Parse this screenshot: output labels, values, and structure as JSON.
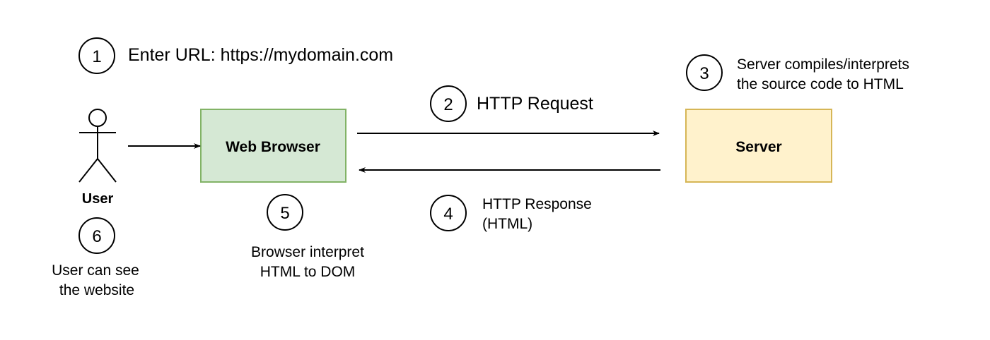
{
  "colors": {
    "browser_fill": "#d5e8d4",
    "browser_stroke": "#82b366",
    "server_fill": "#fff2cc",
    "server_stroke": "#d6b656",
    "line": "#000000"
  },
  "actor": {
    "label": "User",
    "icon": "stick-figure-icon"
  },
  "boxes": {
    "browser": "Web Browser",
    "server": "Server"
  },
  "steps": [
    {
      "number": "1",
      "lines": [
        "Enter URL: https://mydomain.com"
      ]
    },
    {
      "number": "2",
      "lines": [
        "HTTP Request"
      ]
    },
    {
      "number": "3",
      "lines": [
        "Server compiles/interprets",
        "the source code to HTML"
      ]
    },
    {
      "number": "4",
      "lines": [
        "HTTP Response",
        "(HTML)"
      ]
    },
    {
      "number": "5",
      "lines": [
        "Browser interpret",
        "HTML to DOM"
      ]
    },
    {
      "number": "6",
      "lines": [
        "User can see",
        "the website"
      ]
    }
  ]
}
